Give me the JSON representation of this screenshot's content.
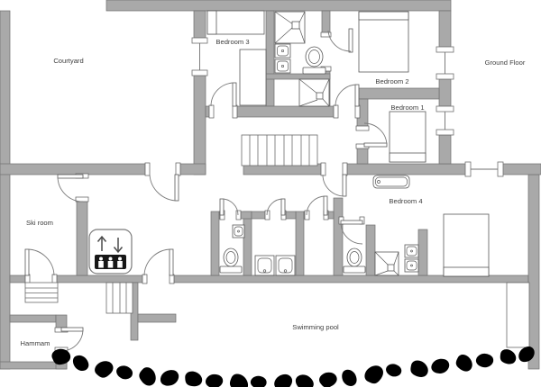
{
  "labels": {
    "courtyard": "Courtyard",
    "ground_floor": "Ground Floor",
    "bedroom1": "Bedroom 1",
    "bedroom2": "Bedroom 2",
    "bedroom3": "Bedroom 3",
    "bedroom4": "Bedroom 4",
    "ski_room": "Ski room",
    "hammam": "Hammam",
    "swimming_pool": "Swimming pool"
  },
  "colors": {
    "wall": "#a9a9a9",
    "wall_outline": "#6f6f6f",
    "bed_linen": "#dde6f2",
    "fixture_outline": "#585858",
    "background": "#ffffff",
    "text": "#3f3f3f",
    "elevator_box": "#161616"
  },
  "icons": {
    "elevator": "elevator-icon",
    "up_arrow": "up-arrow-icon",
    "down_arrow": "down-arrow-icon"
  }
}
